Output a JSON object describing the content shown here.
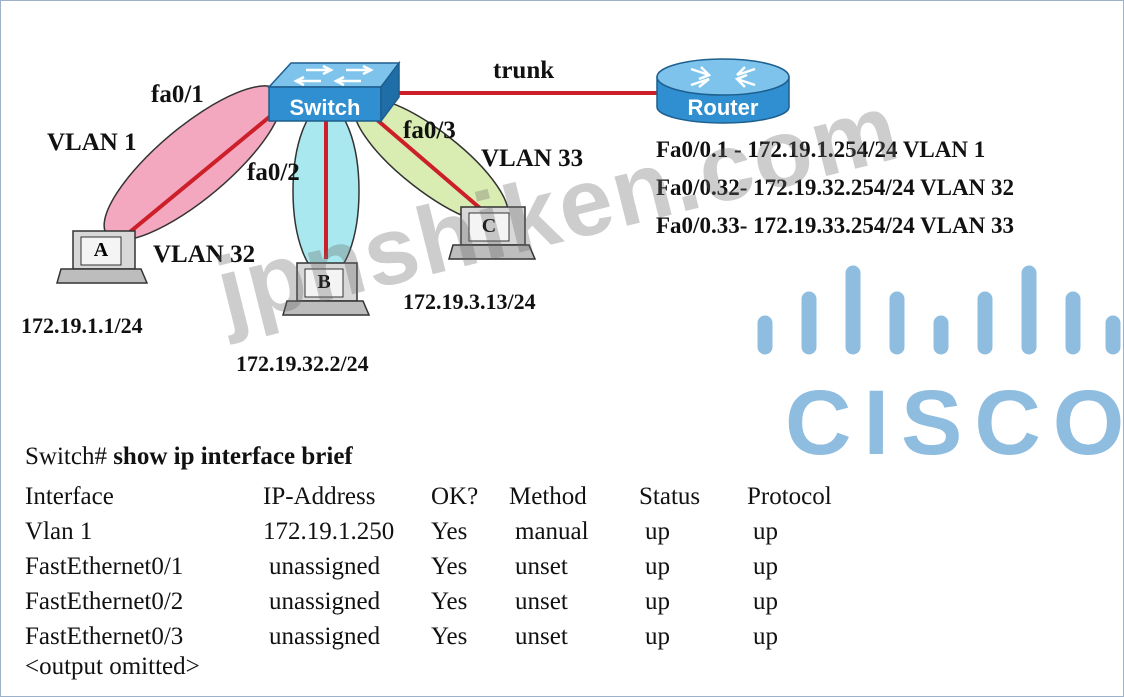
{
  "diagram": {
    "devices": {
      "switch": {
        "label": "Switch"
      },
      "router": {
        "label": "Router"
      },
      "pc_a": {
        "label": "A",
        "ip": "172.19.1.1/24"
      },
      "pc_b": {
        "label": "B",
        "ip": "172.19.32.2/24"
      },
      "pc_c": {
        "label": "C",
        "ip": "172.19.3.13/24"
      }
    },
    "links": {
      "trunk": "trunk",
      "fa01": "fa0/1",
      "fa02": "fa0/2",
      "fa03": "fa0/3"
    },
    "vlans": {
      "vlan1": "VLAN 1",
      "vlan32": "VLAN 32",
      "vlan33": "VLAN 33"
    },
    "router_subinterfaces": [
      "Fa0/0.1 - 172.19.1.254/24 VLAN 1",
      "Fa0/0.32- 172.19.32.254/24 VLAN 32",
      "Fa0/0.33- 172.19.33.254/24 VLAN 33"
    ],
    "colors": {
      "link": "#cc1f2a",
      "vlan1_fill": "#f4a8c0",
      "vlan32_fill": "#a8e8ee",
      "vlan33_fill": "#d9ecb2",
      "device_blue": "#2f8fd0",
      "cisco_logo": "#8fbde0"
    }
  },
  "cli": {
    "prompt": "Switch# ",
    "command": "show ip interface brief",
    "headers": [
      "Interface",
      "IP-Address",
      "OK?",
      "Method",
      "Status",
      "Protocol"
    ],
    "rows": [
      [
        "Vlan 1",
        "172.19.1.250",
        "Yes",
        "manual",
        "up",
        "up"
      ],
      [
        "FastEthernet0/1",
        "unassigned",
        "Yes",
        "unset",
        "up",
        "up"
      ],
      [
        "FastEthernet0/2",
        "unassigned",
        "Yes",
        "unset",
        "up",
        "up"
      ],
      [
        "FastEthernet0/3",
        "unassigned",
        "Yes",
        "unset",
        "up",
        "up"
      ]
    ],
    "footer": "<output omitted>"
  },
  "branding": {
    "watermark": "jpnshiken.com",
    "logo_text": "CISCO"
  }
}
